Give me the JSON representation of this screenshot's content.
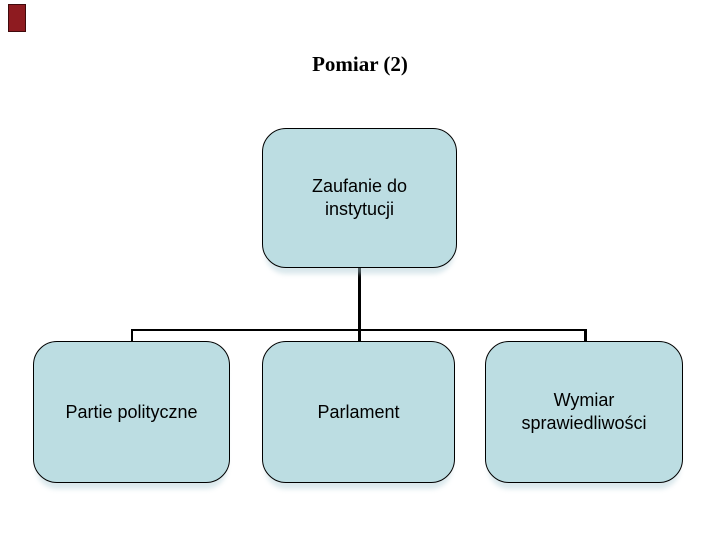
{
  "slide": {
    "title": "Pomiar (2)"
  },
  "marker": {
    "color": "#8e1b20"
  },
  "diagram": {
    "type": "hierarchy",
    "root": {
      "label": "Zaufanie do instytucji"
    },
    "children": [
      {
        "label": "Partie polityczne"
      },
      {
        "label": "Parlament"
      },
      {
        "label": "Wymiar sprawiedliwości"
      }
    ],
    "colors": {
      "box_fill": "#bcdde2",
      "box_border": "#000000",
      "connector": "#000000",
      "text": "#000000"
    }
  }
}
